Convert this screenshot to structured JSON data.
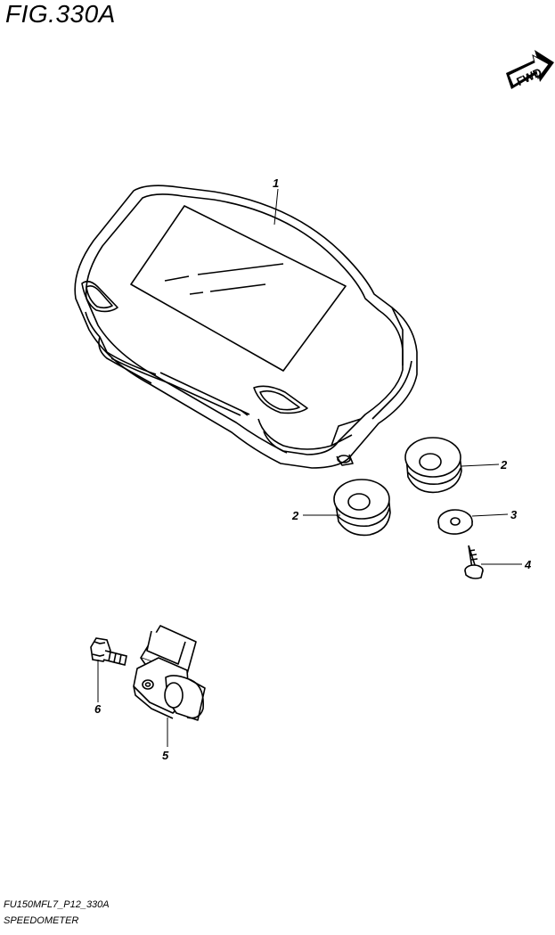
{
  "figure": {
    "title": "FIG.330A",
    "fwd_label": "FWD",
    "model_code": "FU150MFL7_P12_330A",
    "name": "SPEEDOMETER"
  },
  "callouts": [
    {
      "id": "1"
    },
    {
      "id": "2"
    },
    {
      "id": "2"
    },
    {
      "id": "3"
    },
    {
      "id": "4"
    },
    {
      "id": "5"
    },
    {
      "id": "6"
    }
  ],
  "colors": {
    "line": "#000000",
    "background": "#ffffff"
  }
}
